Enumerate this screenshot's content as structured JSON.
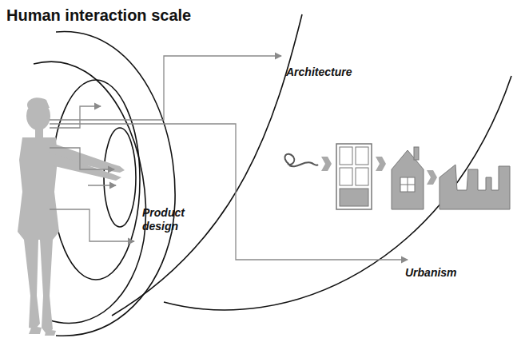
{
  "diagram": {
    "title": "Human interaction scale",
    "labels": [
      "Architecture",
      "Product design",
      "Urbanism"
    ]
  }
}
